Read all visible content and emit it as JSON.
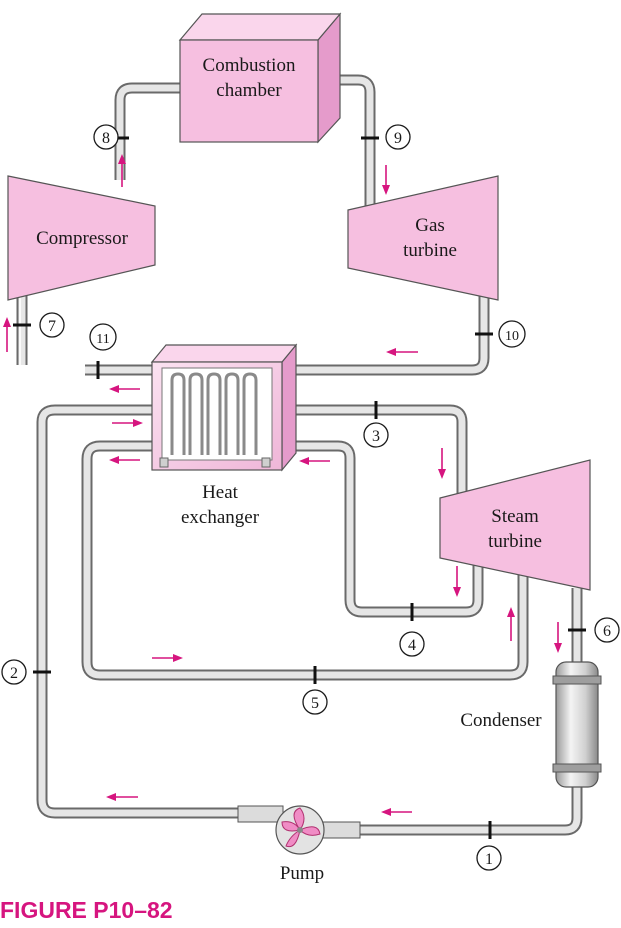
{
  "figure_caption": "FIGURE P10–82",
  "components": {
    "combustion_chamber": [
      "Combustion",
      "chamber"
    ],
    "compressor": "Compressor",
    "gas_turbine": [
      "Gas",
      "turbine"
    ],
    "heat_exchanger": [
      "Heat",
      "exchanger"
    ],
    "steam_turbine": [
      "Steam",
      "turbine"
    ],
    "condenser": "Condenser",
    "pump": "Pump"
  },
  "states": [
    "1",
    "2",
    "3",
    "4",
    "5",
    "6",
    "7",
    "8",
    "9",
    "10",
    "11"
  ],
  "colors": {
    "accent": "#d6157f",
    "component_fill": "#f6bfe0",
    "pipe": "#6a6a6a"
  }
}
